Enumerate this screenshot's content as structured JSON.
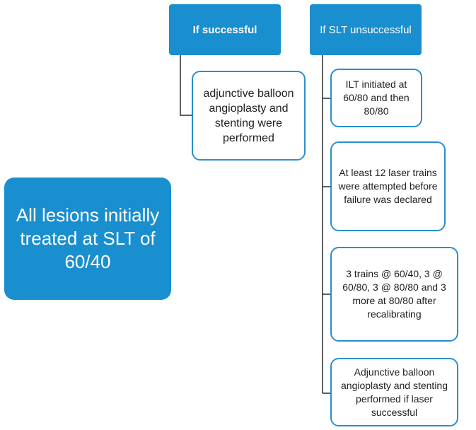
{
  "diagram": {
    "root": "All lesions initially treated at SLT of 60/40",
    "branches": [
      {
        "header": "If successful",
        "steps": [
          "adjunctive balloon angioplasty and stenting were performed"
        ]
      },
      {
        "header": "If SLT unsuccessful",
        "steps": [
          "ILT initiated at 60/80 and then 80/80",
          "At least 12 laser trains were attempted before failure was declared",
          "3 trains @ 60/40, 3 @ 60/80, 3 @ 80/80 and 3 more at 80/80 after recalibrating",
          "Adjunctive balloon angioplasty and stenting performed if laser successful"
        ]
      }
    ],
    "colors": {
      "filled_box": "#1a8fcf",
      "outline_border": "#2a8fcc",
      "connector": "#2a2a2a"
    }
  }
}
